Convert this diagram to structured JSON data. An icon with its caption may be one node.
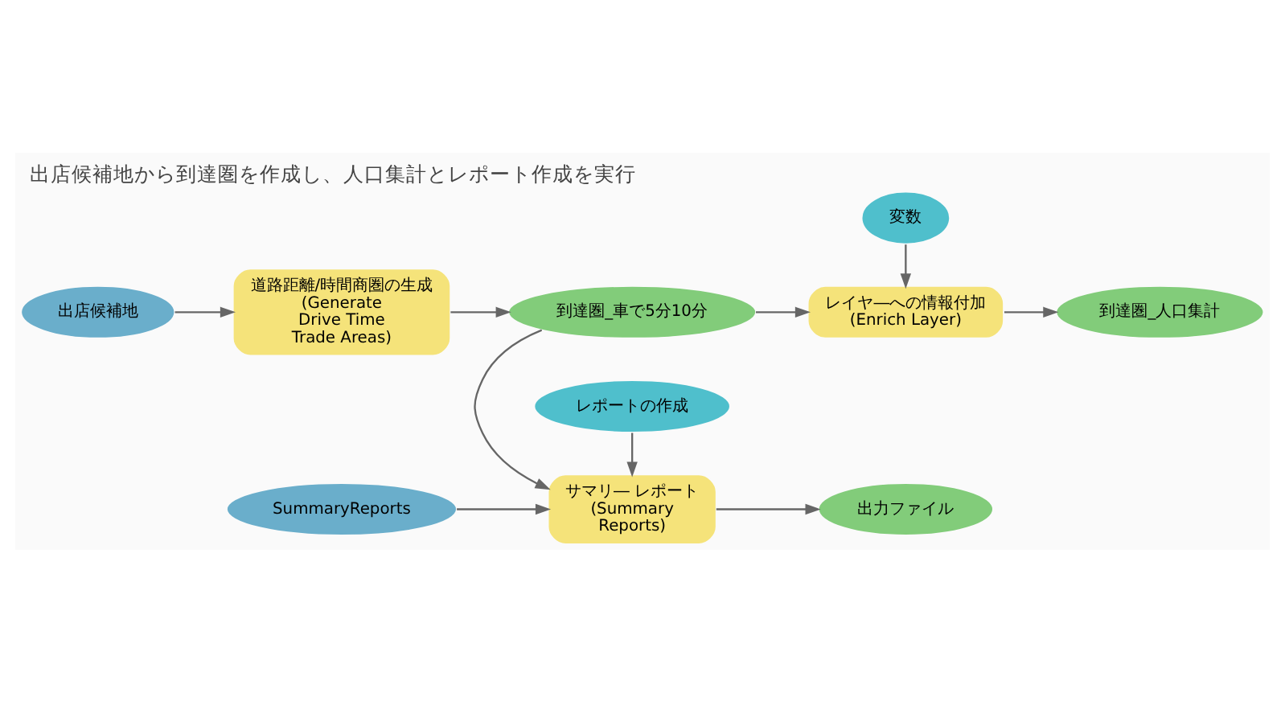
{
  "diagram": {
    "title": "出店候補地から到達圏を作成し、人口集計とレポート作成を実行",
    "nodes": [
      {
        "text": [
          "変数"
        ]
      },
      {
        "text": [
          "出店候補地"
        ]
      },
      {
        "text": [
          "道路距離/時間商圏の生成 (Generate Drive Time Trade Areas)"
        ]
      },
      {
        "text": [
          "到達圏_車で5分10分"
        ]
      },
      {
        "text": [
          "レイヤ―への情報付加 (Enrich Layer)"
        ]
      },
      {
        "text": [
          "到達圏_人口集計"
        ]
      },
      {
        "text": [
          "SummaryReports"
        ]
      },
      {
        "text": [
          "サマリ― レポート (Summary Reports)"
        ]
      },
      {
        "text": [
          "出力ファイル"
        ]
      },
      {
        "text": [
          "レポートの作成"
        ]
      }
    ],
    "edges": [
      {
        "from": 1,
        "to": 2,
        "arrow": "to"
      },
      {
        "from": 2,
        "to": 3,
        "arrow": "to"
      },
      {
        "from": 3,
        "to": 4,
        "arrow": "to"
      },
      {
        "from": 0,
        "to": 4,
        "arrow": "to"
      },
      {
        "from": 4,
        "to": 5,
        "arrow": "to"
      },
      {
        "from": 3,
        "to": 7,
        "arrow": "to"
      },
      {
        "from": 6,
        "to": 7,
        "arrow": "to"
      },
      {
        "from": 7,
        "to": 8,
        "arrow": "to"
      },
      {
        "from": 9,
        "to": 7,
        "arrow": "to"
      }
    ]
  }
}
